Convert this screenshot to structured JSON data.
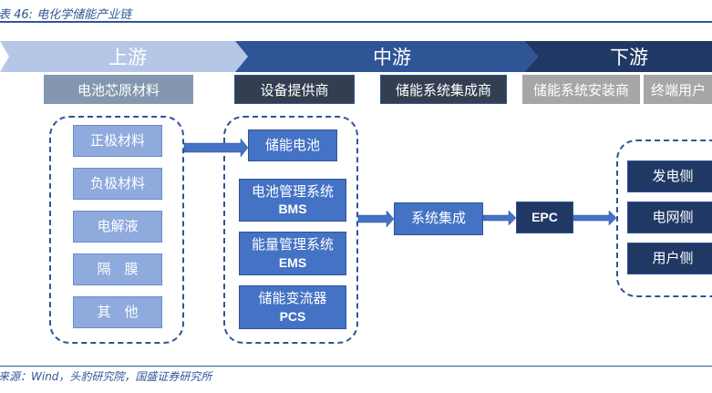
{
  "title": "表 46:  电化学储能产业链",
  "source": "来源：Wind，头豹研究院，国盛证券研究所",
  "stages": {
    "upstream": "上游",
    "midstream": "中游",
    "downstream": "下游"
  },
  "labels": {
    "upstream": "电池芯原材料",
    "mid_equipment": "设备提供商",
    "mid_integrator": "储能系统集成商",
    "down_installer": "储能系统安装商",
    "down_user": "终端用户"
  },
  "upstream_items": [
    "正极材料",
    "负极材料",
    "电解液",
    "隔　膜",
    "其　他"
  ],
  "midstream_items": [
    {
      "name": "储能电池",
      "abbr": ""
    },
    {
      "name": "电池管理系统",
      "abbr": "BMS"
    },
    {
      "name": "能量管理系统",
      "abbr": "EMS"
    },
    {
      "name": "储能变流器",
      "abbr": "PCS"
    }
  ],
  "integration": "系统集成",
  "epc": "EPC",
  "downstream_items": [
    "发电侧",
    "电网侧",
    "用户侧"
  ],
  "colors": {
    "upstream": "#b4c7e7",
    "midstream": "#2f5597",
    "downstream": "#203864",
    "arrow": "#4472c4"
  }
}
